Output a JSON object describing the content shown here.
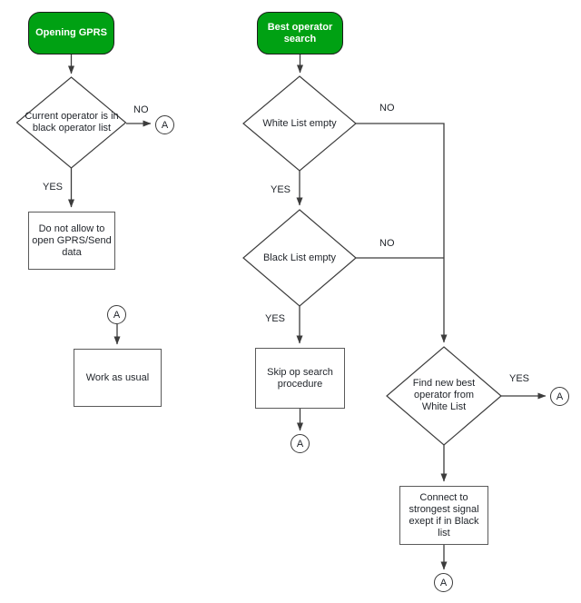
{
  "colors": {
    "canvas_bg": "#ffffff",
    "terminator_fill": "#00a113",
    "terminator_border": "#1c1c1c",
    "terminator_text": "#ffffff",
    "line": "#3c3c3c",
    "process_border": "#5a5a5a",
    "node_text": "#1f2329",
    "label_text": "#1f2329"
  },
  "left_chart": {
    "start": "Opening GPRS",
    "decision_current_operator": "Current operator is in\nblack operator list",
    "process_do_not_allow": "Do not allow to\nopen GPRS/Send\ndata",
    "process_work_as_usual": "Work as usual"
  },
  "right_chart": {
    "start": "Best operator\nsearch",
    "decision_white_list": "White List empty",
    "decision_black_list": "Black List empty",
    "process_skip_search": "Skip op search\nprocedure",
    "decision_find_best": "Find new best\noperator from\nWhite List",
    "process_connect": "Connect to\nstrongest signal\nexept if in Black\nlist"
  },
  "labels": {
    "yes": "YES",
    "no": "NO",
    "connector": "A"
  }
}
